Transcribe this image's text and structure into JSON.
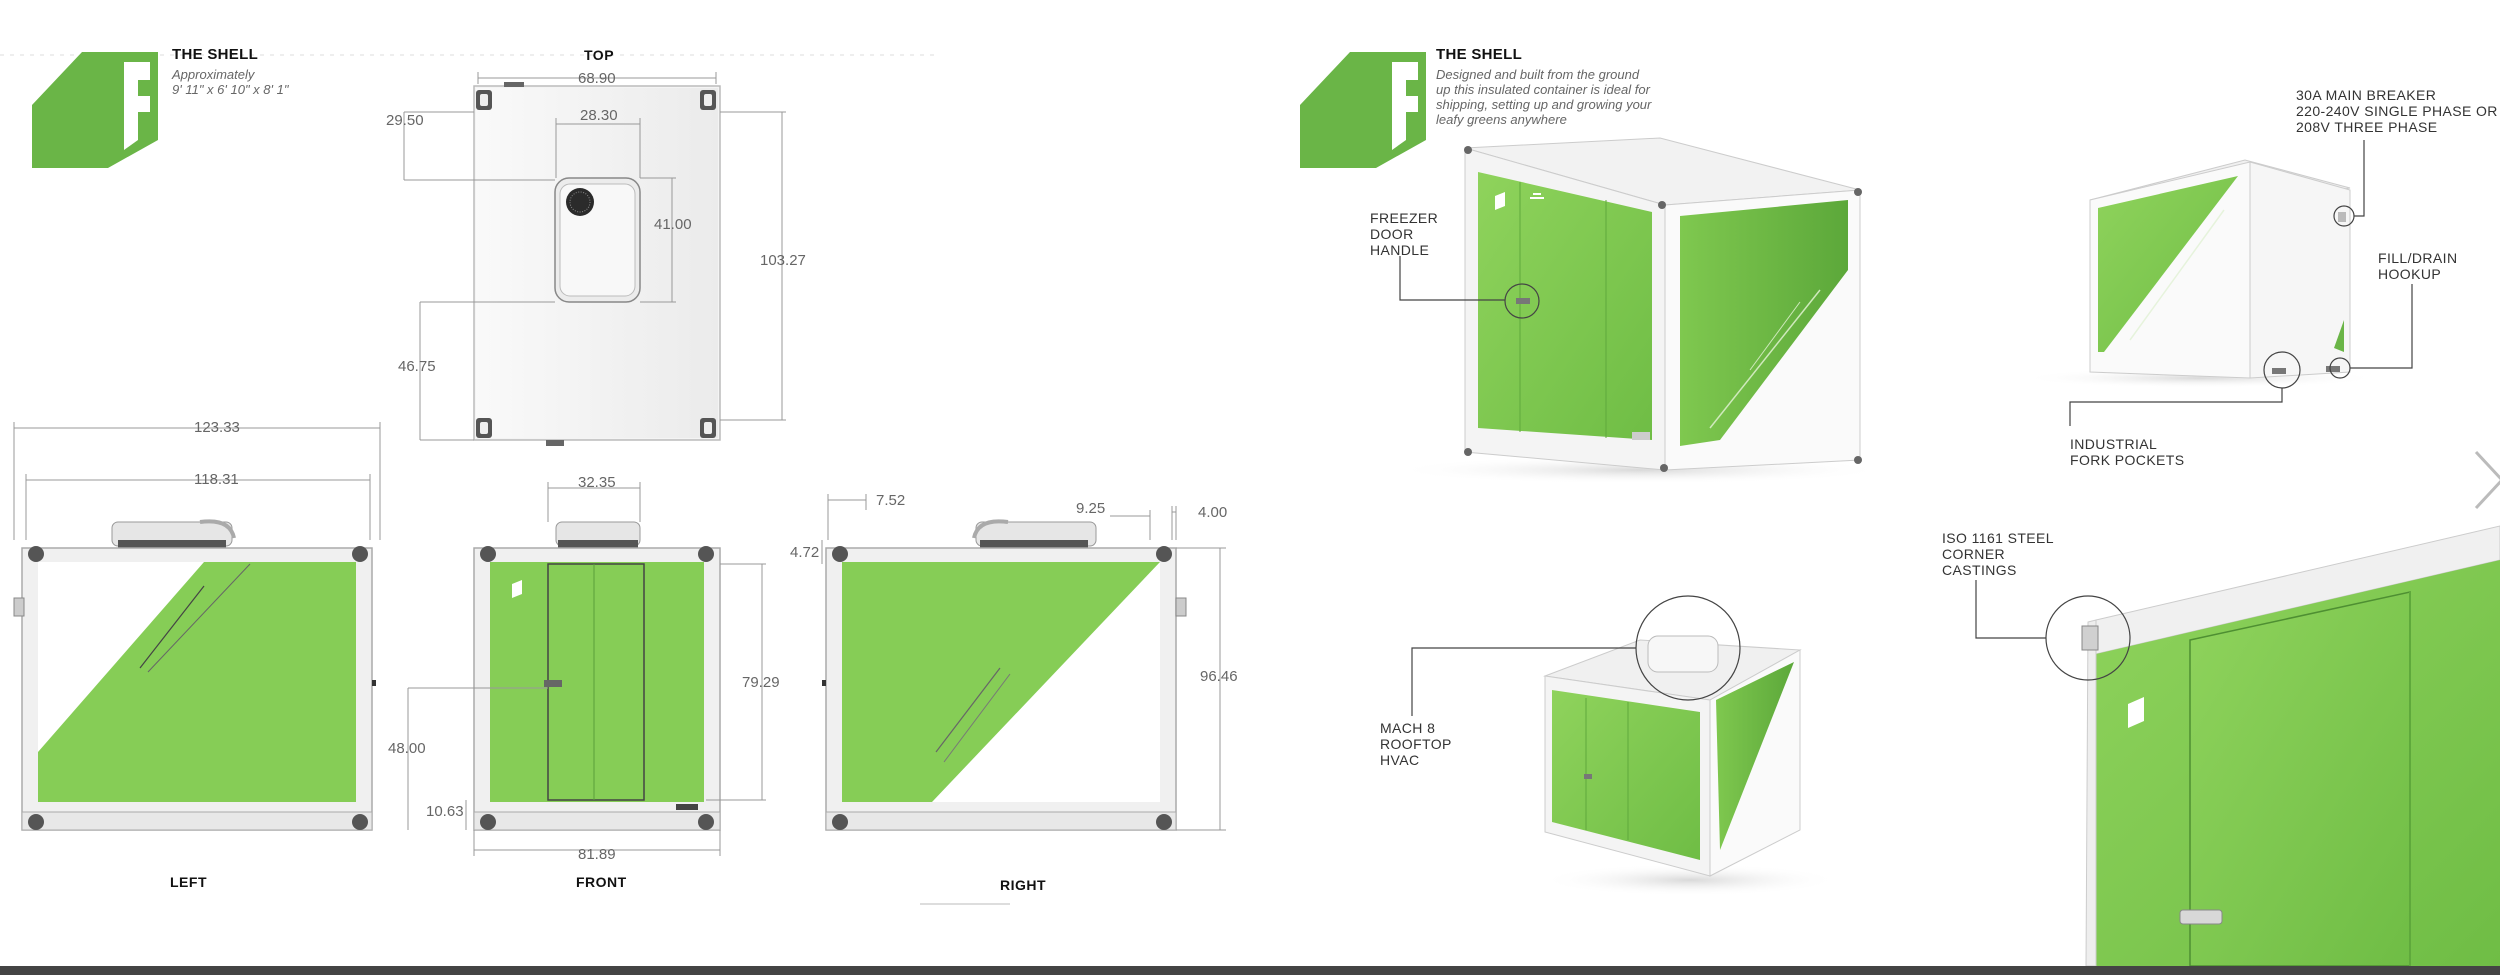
{
  "left_page": {
    "title": "THE SHELL",
    "desc_lines": [
      "Approximately",
      "9' 11\" x 6' 10\" x 8' 1\""
    ],
    "views": {
      "top": "TOP",
      "left": "LEFT",
      "front": "FRONT",
      "right": "RIGHT"
    },
    "dims": {
      "top_width": "68.90",
      "top_offset": "29.50",
      "hvac_width": "28.30",
      "hvac_depth": "41.00",
      "total_depth": "103.27",
      "hvac_offset": "46.75",
      "side_length": "123.33",
      "side_inner": "118.31",
      "front_hvac": "32.35",
      "door_height": "79.29",
      "handle_height": "48.00",
      "base_height": "10.63",
      "front_width": "81.89",
      "r_top_offset": "7.52",
      "r_bracket": "9.25",
      "r_rail": "4.72",
      "r_edge": "4.00",
      "total_height": "96.46"
    }
  },
  "right_page": {
    "title": "THE SHELL",
    "desc_lines": [
      "Designed and built from the ground",
      "up this insulated container is ideal for",
      "shipping, setting up and growing your",
      "leafy greens anywhere"
    ],
    "callouts": {
      "freezer": [
        "FREEZER",
        "DOOR",
        "HANDLE"
      ],
      "breaker": [
        "30A MAIN BREAKER",
        "220-240V SINGLE PHASE OR",
        "208V THREE PHASE"
      ],
      "fill": [
        "FILL/DRAIN",
        "HOOKUP"
      ],
      "fork": [
        "INDUSTRIAL",
        "FORK POCKETS"
      ],
      "corner": [
        "ISO 1161 STEEL",
        "CORNER",
        "CASTINGS"
      ],
      "hvac": [
        "MACH 8",
        "ROOFTOP",
        "HVAC"
      ]
    }
  },
  "colors": {
    "brand_green": "#6ab547",
    "panel_green": "#86cd56",
    "frame": "#e6e6e6"
  },
  "icons": [
    "brand-logo-icon",
    "chevron-right-icon"
  ]
}
